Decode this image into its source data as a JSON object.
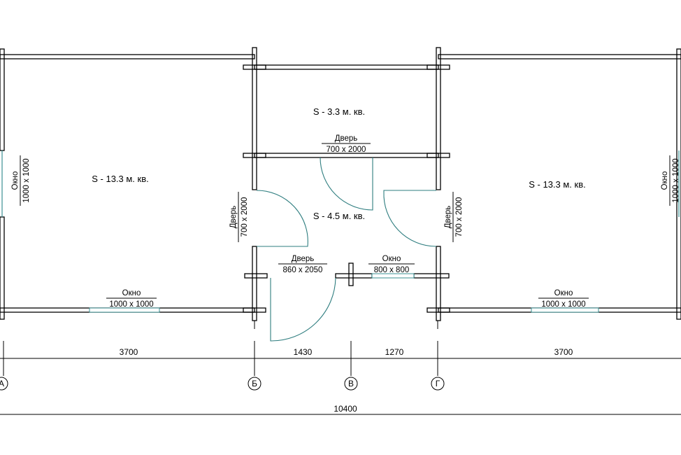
{
  "rooms": [
    {
      "label": "S - 13.3 м. кв."
    },
    {
      "label": "S - 3.3 м. кв."
    },
    {
      "label": "S - 4.5 м. кв."
    },
    {
      "label": "S - 13.3 м. кв."
    }
  ],
  "openings": {
    "window_left_wall": {
      "name": "Окно",
      "size": "1000 x 1000"
    },
    "window_right_wall": {
      "name": "Окно",
      "size": "1000 x 1000"
    },
    "window_bottom_left": {
      "name": "Окно",
      "size": "1000 x 1000"
    },
    "window_bottom_right": {
      "name": "Окно",
      "size": "1000 x 1000"
    },
    "window_small": {
      "name": "Окно",
      "size": "800 x 800"
    },
    "door_top": {
      "name": "Дверь",
      "size": "700 x 2000"
    },
    "door_left": {
      "name": "Дверь",
      "size": "700 x 2000"
    },
    "door_right": {
      "name": "Дверь",
      "size": "700 x 2000"
    },
    "door_entrance": {
      "name": "Дверь",
      "size": "860 x 2050"
    }
  },
  "dimensions": {
    "spans": [
      "3700",
      "1430",
      "1270",
      "3700"
    ],
    "total": "10400"
  },
  "axes": [
    "А",
    "Б",
    "В",
    "Г"
  ],
  "colors": {
    "lines": "#000000",
    "door_swing": "#2e7d7f",
    "window_pane": "#3a8f92"
  }
}
